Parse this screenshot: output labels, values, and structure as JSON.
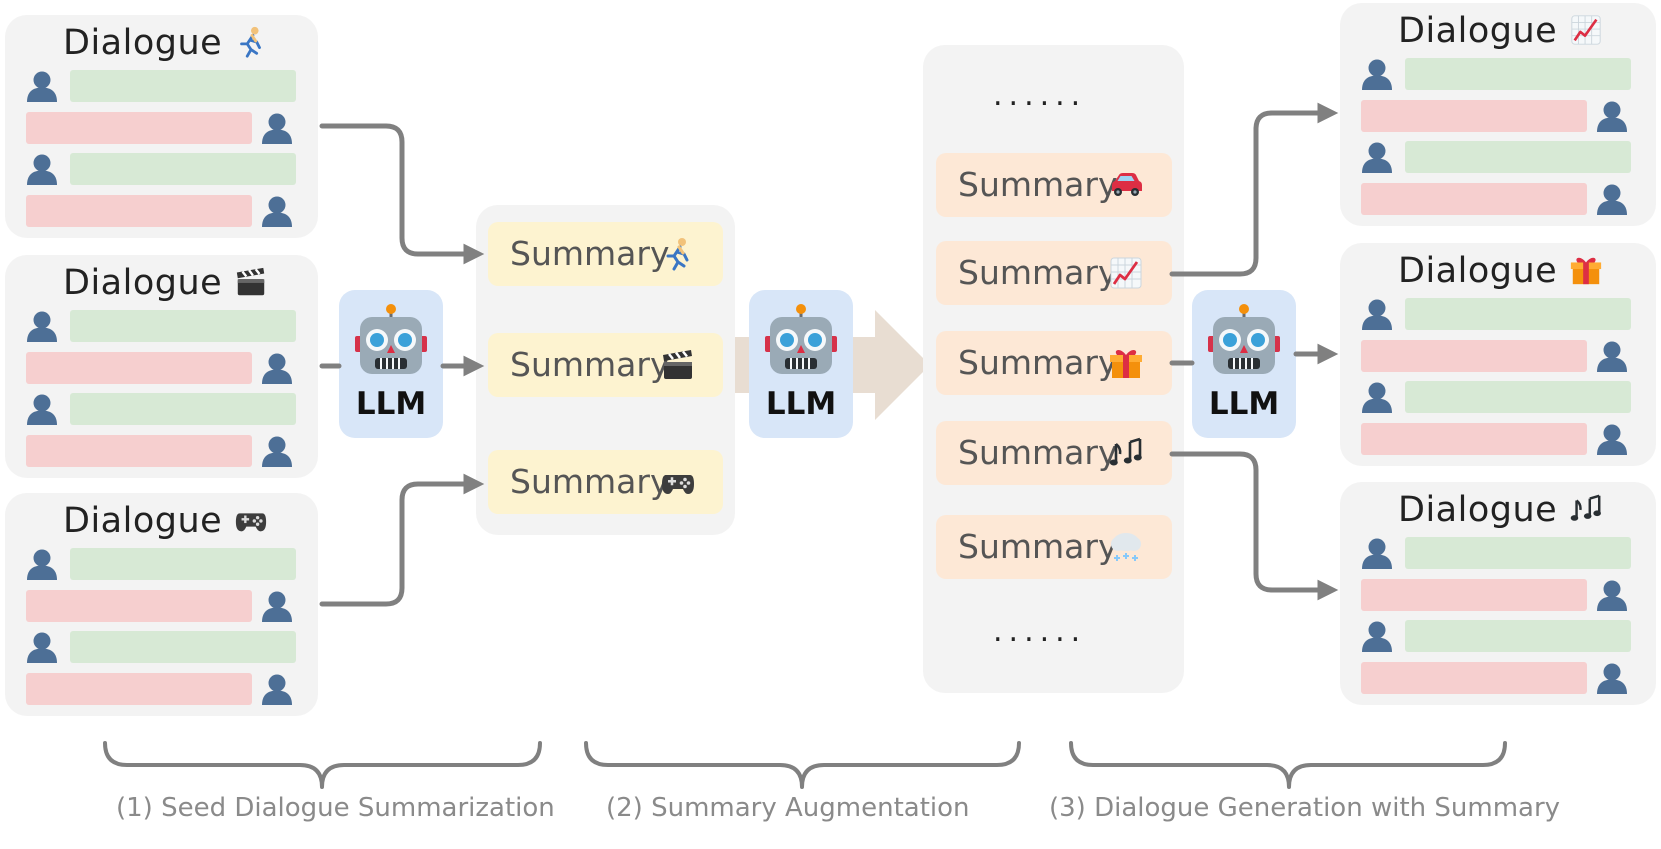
{
  "dialogue_label": "Dialogue",
  "summary_label": "Summary",
  "llm_label": "LLM",
  "ellipsis": "......",
  "stage1": {
    "caption": "(1) Seed Dialogue Summarization",
    "dialogues": [
      {
        "emoji": "runner-emoji"
      },
      {
        "emoji": "clapperboard-emoji"
      },
      {
        "emoji": "gamepad-emoji"
      }
    ]
  },
  "stage2": {
    "caption": "(2) Summary Augmentation",
    "summaries": [
      {
        "emoji": "runner-emoji"
      },
      {
        "emoji": "clapperboard-emoji"
      },
      {
        "emoji": "gamepad-emoji"
      }
    ]
  },
  "stage3": {
    "caption": "(3) Dialogue Generation with Summary",
    "summaries": [
      {
        "emoji": "car-emoji"
      },
      {
        "emoji": "chart-increasing-emoji"
      },
      {
        "emoji": "gift-emoji"
      },
      {
        "emoji": "music-notes-emoji"
      },
      {
        "emoji": "snow-cloud-emoji"
      }
    ],
    "dialogues": [
      {
        "emoji": "chart-increasing-emoji"
      },
      {
        "emoji": "gift-emoji"
      },
      {
        "emoji": "music-notes-emoji"
      }
    ]
  },
  "colors": {
    "panel": "#f3f3f3",
    "speaker_a_bar": "#d7e9d5",
    "speaker_b_bar": "#f6cfcf",
    "seed_summary": "#fdf3d0",
    "augmented_summary": "#fde8d6",
    "llm_box": "#d8e6f8",
    "arrow": "#808080",
    "person": "#4d6f96"
  }
}
